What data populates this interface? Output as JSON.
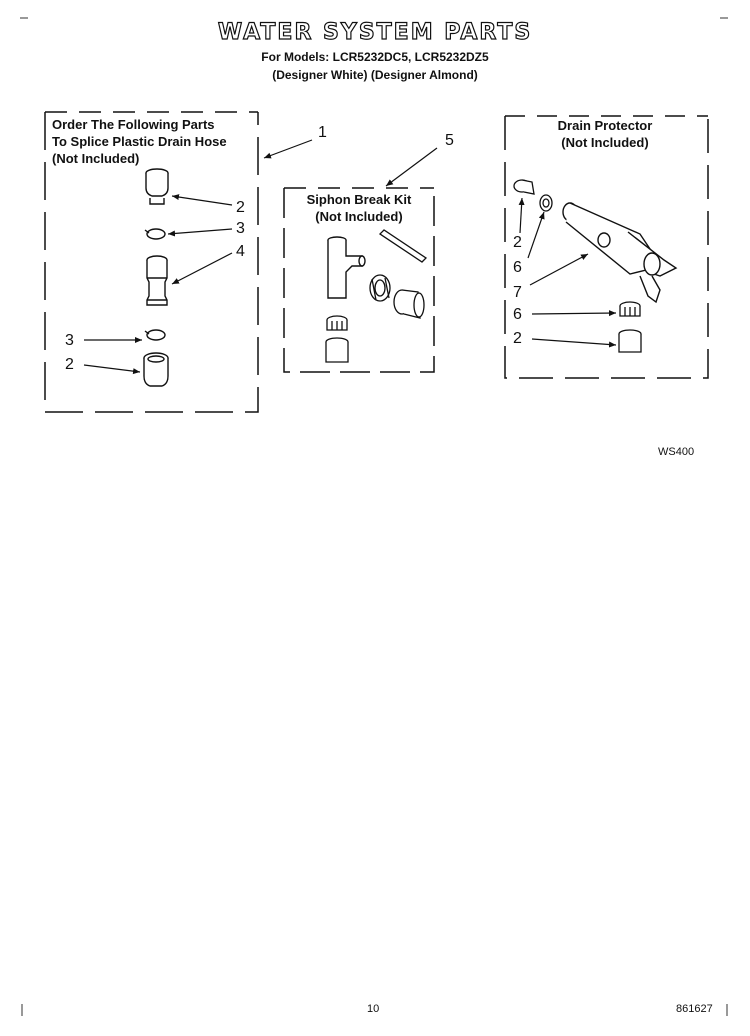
{
  "title": "WATER SYSTEM PARTS",
  "models_line": "For Models: LCR5232DC5, LCR5232DZ5",
  "colors_line": "(Designer White) (Designer Almond)",
  "left_box": {
    "lines": [
      "Order The Following Parts",
      "To Splice Plastic Drain Hose",
      "(Not Included)"
    ]
  },
  "middle_box": {
    "lines": [
      "Siphon Break Kit",
      "(Not Included)"
    ]
  },
  "right_box": {
    "lines": [
      "Drain Protector",
      "(Not Included)"
    ]
  },
  "callouts": {
    "c1": "1",
    "c5": "5",
    "l2a": "2",
    "l3a": "3",
    "l4": "4",
    "l3b": "3",
    "l2b": "2",
    "r2a": "2",
    "r6a": "6",
    "r7": "7",
    "r6b": "6",
    "r2b": "2"
  },
  "figure_code": "WS400",
  "page_number": "10",
  "doc_number": "861627"
}
